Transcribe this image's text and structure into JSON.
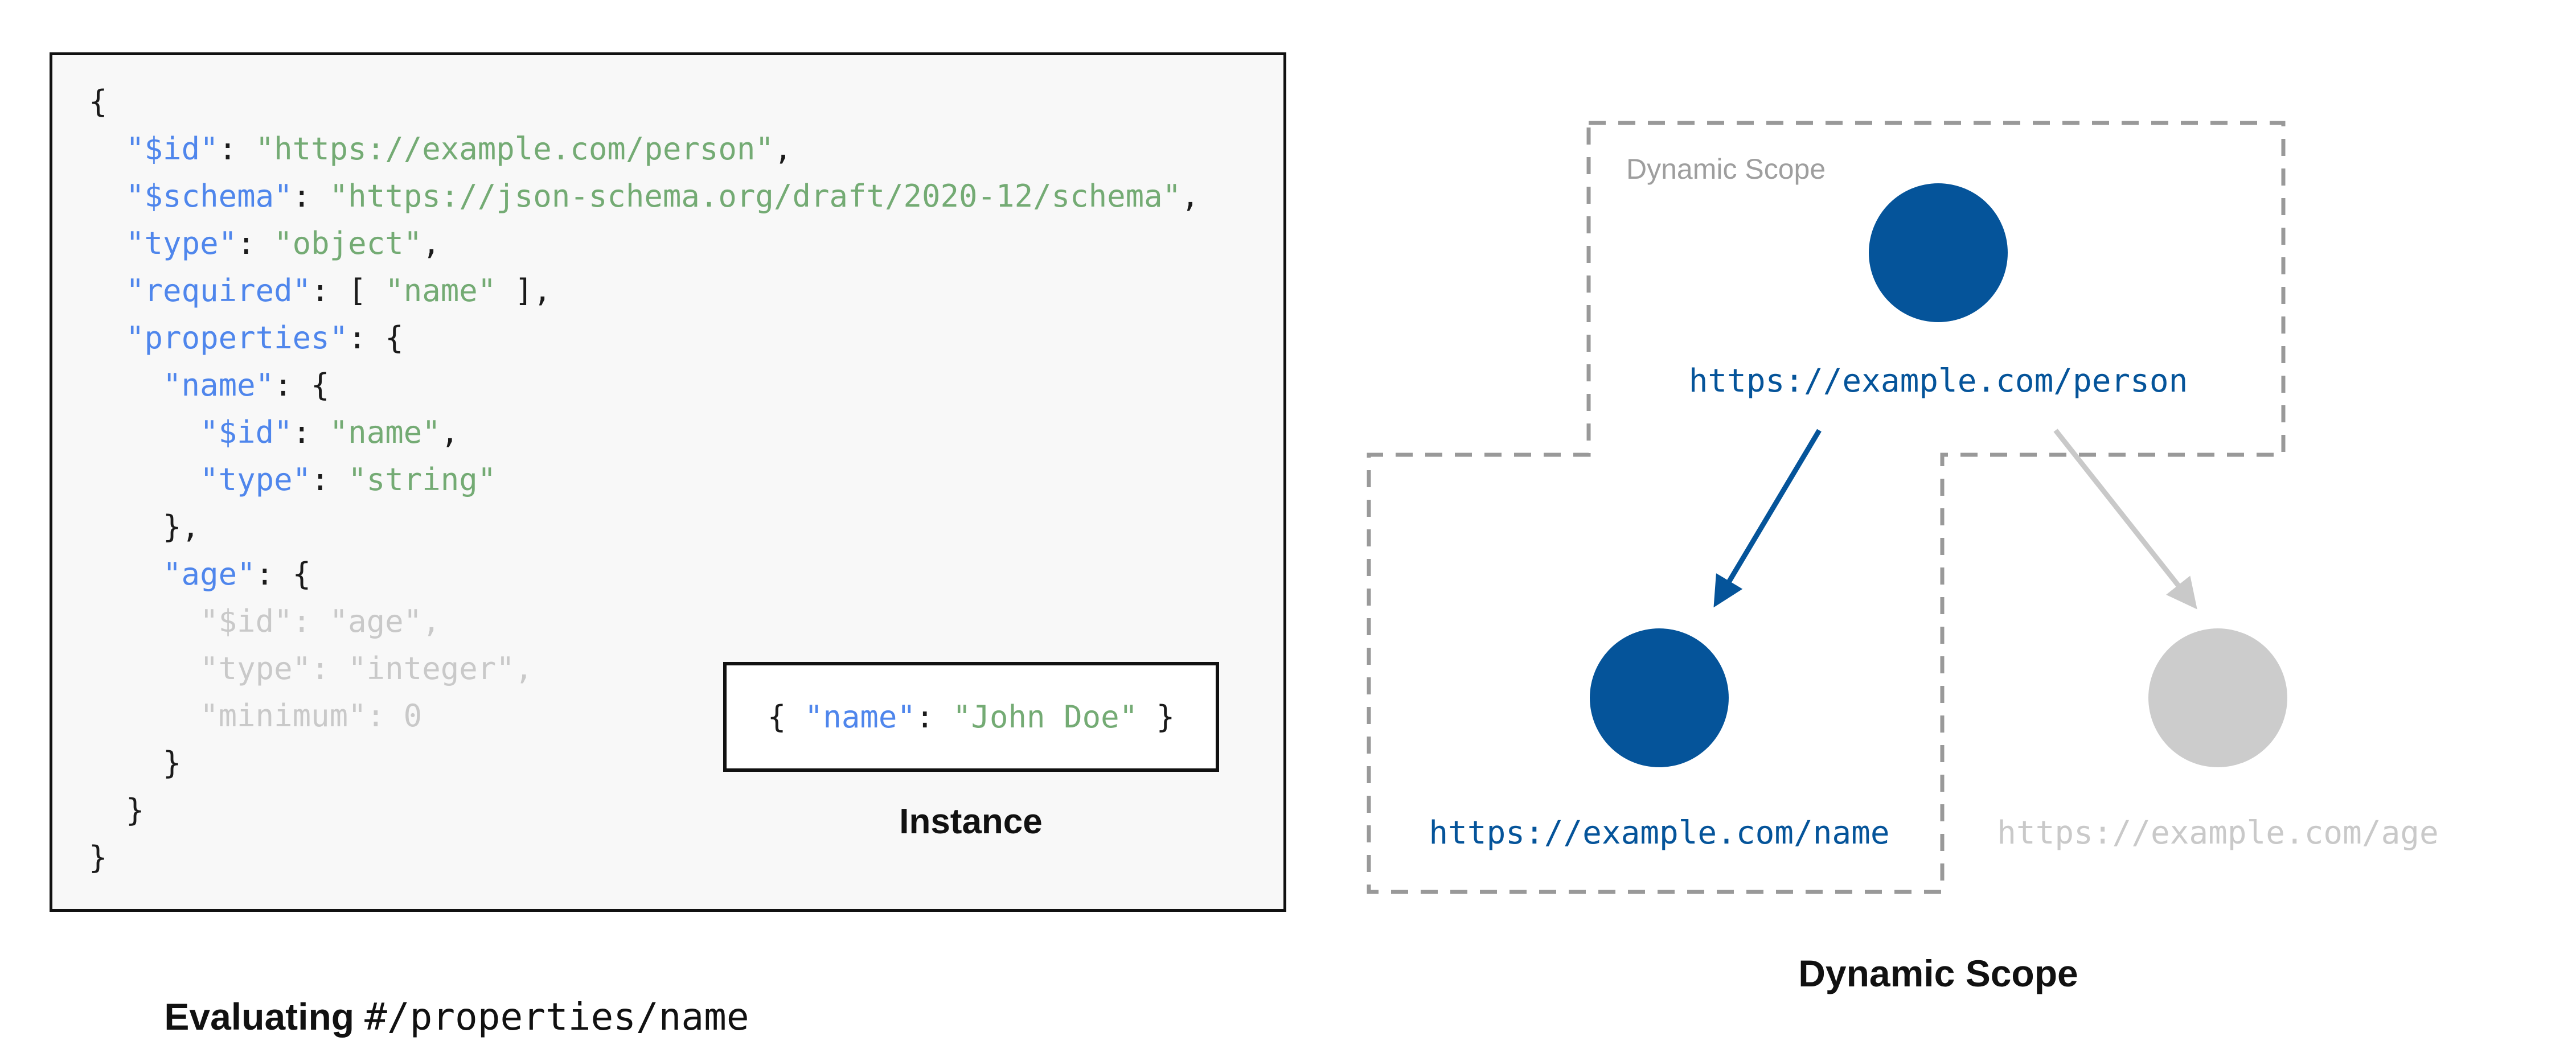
{
  "palette": {
    "node_active": "#05549a",
    "node_inactive": "#cccccc",
    "key_blue": "#4f86ec",
    "string_green": "#74ab74",
    "muted_gray": "#c9c9c9",
    "dashed_gray": "#999999",
    "panel_bg": "#f8f8f8"
  },
  "schema_panel": {
    "code": {
      "lines": [
        [
          {
            "c": "p",
            "t": "{"
          }
        ],
        [
          {
            "c": "p",
            "t": "  "
          },
          {
            "c": "k",
            "t": "\"$id\""
          },
          {
            "c": "p",
            "t": ": "
          },
          {
            "c": "s",
            "t": "\"https://example.com/person\""
          },
          {
            "c": "p",
            "t": ","
          }
        ],
        [
          {
            "c": "p",
            "t": "  "
          },
          {
            "c": "k",
            "t": "\"$schema\""
          },
          {
            "c": "p",
            "t": ": "
          },
          {
            "c": "s",
            "t": "\"https://json-schema.org/draft/2020-12/schema\""
          },
          {
            "c": "p",
            "t": ","
          }
        ],
        [
          {
            "c": "p",
            "t": "  "
          },
          {
            "c": "k",
            "t": "\"type\""
          },
          {
            "c": "p",
            "t": ": "
          },
          {
            "c": "s",
            "t": "\"object\""
          },
          {
            "c": "p",
            "t": ","
          }
        ],
        [
          {
            "c": "p",
            "t": "  "
          },
          {
            "c": "k",
            "t": "\"required\""
          },
          {
            "c": "p",
            "t": ": [ "
          },
          {
            "c": "s",
            "t": "\"name\""
          },
          {
            "c": "p",
            "t": " ],"
          }
        ],
        [
          {
            "c": "p",
            "t": "  "
          },
          {
            "c": "k",
            "t": "\"properties\""
          },
          {
            "c": "p",
            "t": ": {"
          }
        ],
        [
          {
            "c": "p",
            "t": "    "
          },
          {
            "c": "k",
            "t": "\"name\""
          },
          {
            "c": "p",
            "t": ": {"
          }
        ],
        [
          {
            "c": "p",
            "t": "      "
          },
          {
            "c": "k",
            "t": "\"$id\""
          },
          {
            "c": "p",
            "t": ": "
          },
          {
            "c": "s",
            "t": "\"name\""
          },
          {
            "c": "p",
            "t": ","
          }
        ],
        [
          {
            "c": "p",
            "t": "      "
          },
          {
            "c": "k",
            "t": "\"type\""
          },
          {
            "c": "p",
            "t": ": "
          },
          {
            "c": "s",
            "t": "\"string\""
          }
        ],
        [
          {
            "c": "p",
            "t": "    },"
          }
        ],
        [
          {
            "c": "p",
            "t": "    "
          },
          {
            "c": "k",
            "t": "\"age\""
          },
          {
            "c": "p",
            "t": ": {"
          }
        ],
        [
          {
            "c": "g",
            "t": "      \"$id\": \"age\","
          }
        ],
        [
          {
            "c": "g",
            "t": "      \"type\": \"integer\","
          }
        ],
        [
          {
            "c": "g",
            "t": "      \"minimum\": 0"
          }
        ],
        [
          {
            "c": "p",
            "t": "    }"
          }
        ],
        [
          {
            "c": "p",
            "t": "  }"
          }
        ],
        [
          {
            "c": "p",
            "t": "}"
          }
        ]
      ]
    },
    "instance": {
      "tokens": [
        {
          "c": "p",
          "t": "{ "
        },
        {
          "c": "k",
          "t": "\"name\""
        },
        {
          "c": "p",
          "t": ": "
        },
        {
          "c": "s",
          "t": "\"John Doe\""
        },
        {
          "c": "p",
          "t": " }"
        }
      ],
      "label": "Instance"
    },
    "caption": {
      "bold": "Evaluating",
      "mono": "#/properties/name"
    }
  },
  "scope_panel": {
    "scope_label": "Dynamic Scope",
    "nodes": [
      {
        "id": "person",
        "url": "https://example.com/person",
        "state": "active"
      },
      {
        "id": "name",
        "url": "https://example.com/name",
        "state": "active"
      },
      {
        "id": "age",
        "url": "https://example.com/age",
        "state": "inactive"
      }
    ],
    "caption": "Dynamic Scope"
  }
}
